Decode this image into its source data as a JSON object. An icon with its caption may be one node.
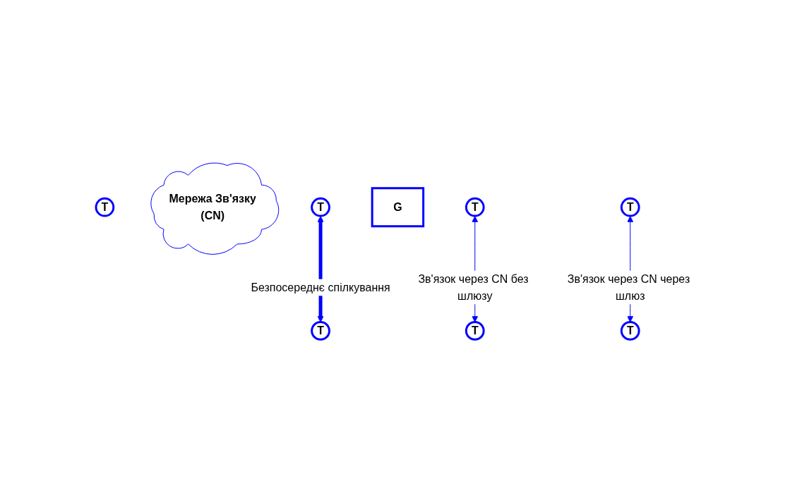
{
  "diagram": {
    "nodes": [
      {
        "text": [
          "T"
        ]
      },
      {
        "text": [
          "T"
        ]
      },
      {
        "text": [
          "T"
        ]
      },
      {
        "text": [
          "Мережа Зв'язку",
          "(CN)"
        ]
      },
      {
        "text": [
          "T"
        ]
      },
      {
        "text": [
          "T"
        ]
      },
      {
        "text": [
          "G"
        ]
      },
      {
        "text": [
          "T"
        ]
      },
      {
        "text": [
          "T"
        ]
      }
    ],
    "edges": [
      {
        "from": 8,
        "to": 0,
        "arrow": "both",
        "label": "Зв'язок через CN через шлюз"
      },
      {
        "from": 7,
        "to": 1,
        "arrow": "both",
        "label": "Зв'язок через CN без шлюзу"
      },
      {
        "from": 4,
        "to": 5,
        "arrow": "both",
        "label": "Безпосереднє спілкування",
        "style": "thick"
      }
    ]
  }
}
